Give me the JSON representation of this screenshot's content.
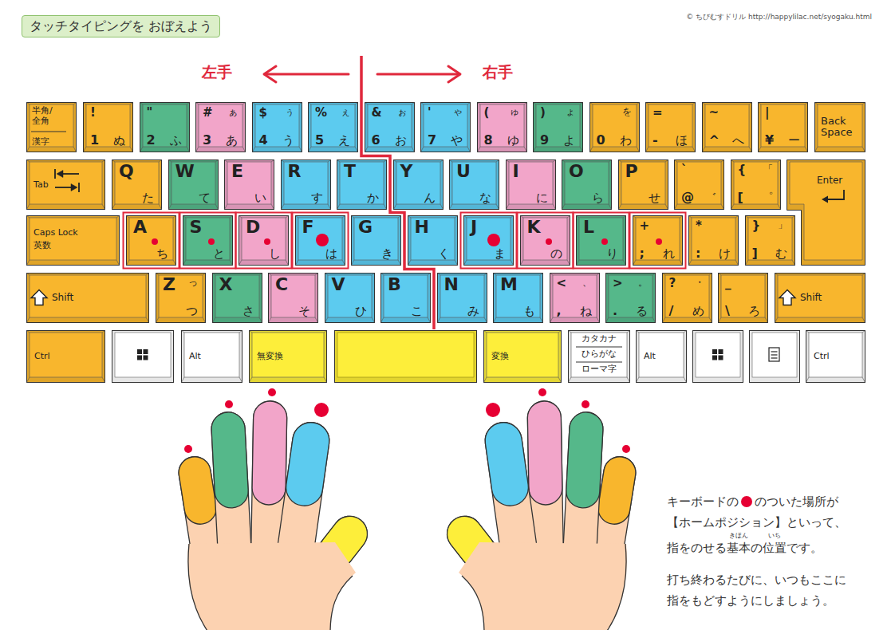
{
  "diagram": {
    "title": "タッチタイピングを おぼえよう",
    "nodes": [
      {
        "text": [
          "半角/ 全角",
          "漢字"
        ]
      },
      {
        "text": [
          "!",
          "1",
          "ぬ"
        ]
      },
      {
        "text": [
          "\"",
          "2",
          "ふ"
        ]
      },
      {
        "text": [
          "#",
          "ぁ",
          "3",
          "あ"
        ]
      },
      {
        "text": [
          "$",
          "ぅ",
          "4",
          "う"
        ]
      },
      {
        "text": [
          "%",
          "ぇ",
          "5",
          "え"
        ]
      },
      {
        "text": [
          "&",
          "ぉ",
          "6",
          "お"
        ]
      },
      {
        "text": [
          "'",
          "ゃ",
          "7",
          "や"
        ]
      },
      {
        "text": [
          "(",
          "ゅ",
          "8",
          "ゆ"
        ]
      },
      {
        "text": [
          ")",
          "ょ",
          "9",
          "よ"
        ]
      },
      {
        "text": [
          "を",
          "0",
          "わ"
        ]
      },
      {
        "text": [
          "=",
          "-",
          "ほ"
        ]
      },
      {
        "text": [
          "~",
          "^",
          "へ"
        ]
      },
      {
        "text": [
          "|",
          "¥",
          "ー"
        ]
      },
      {
        "text": [
          "Back Space"
        ]
      },
      {
        "text": [
          "Tab"
        ]
      },
      {
        "text": [
          "Q",
          "た"
        ]
      },
      {
        "text": [
          "W",
          "て"
        ]
      },
      {
        "text": [
          "E",
          "い"
        ]
      },
      {
        "text": [
          "R",
          "す"
        ]
      },
      {
        "text": [
          "T",
          "か"
        ]
      },
      {
        "text": [
          "Y",
          "ん"
        ]
      },
      {
        "text": [
          "U",
          "な"
        ]
      },
      {
        "text": [
          "I",
          "に"
        ]
      },
      {
        "text": [
          "O",
          "ら"
        ]
      },
      {
        "text": [
          "P",
          "せ"
        ]
      },
      {
        "text": [
          "`",
          "@",
          "゛"
        ]
      },
      {
        "text": [
          "{",
          "「",
          "[",
          "゜"
        ]
      },
      {
        "text": [
          "Enter"
        ]
      },
      {
        "text": [
          "Caps Lock",
          "英数"
        ]
      },
      {
        "text": [
          "A",
          "ち"
        ]
      },
      {
        "text": [
          "S",
          "と"
        ]
      },
      {
        "text": [
          "D",
          "し"
        ]
      },
      {
        "text": [
          "F",
          "は"
        ]
      },
      {
        "text": [
          "G",
          "き"
        ]
      },
      {
        "text": [
          "H",
          "く"
        ]
      },
      {
        "text": [
          "J",
          "ま"
        ]
      },
      {
        "text": [
          "K",
          "の"
        ]
      },
      {
        "text": [
          "L",
          "り"
        ]
      },
      {
        "text": [
          "+",
          ";",
          "れ"
        ]
      },
      {
        "text": [
          "*",
          ":",
          "け"
        ]
      },
      {
        "text": [
          "}",
          "」",
          "]",
          "む"
        ]
      },
      {
        "text": [
          "Shift"
        ]
      },
      {
        "text": [
          "Z",
          "っ",
          "つ"
        ]
      },
      {
        "text": [
          "X",
          "さ"
        ]
      },
      {
        "text": [
          "C",
          "そ"
        ]
      },
      {
        "text": [
          "V",
          "ひ"
        ]
      },
      {
        "text": [
          "B",
          "こ"
        ]
      },
      {
        "text": [
          "N",
          "み"
        ]
      },
      {
        "text": [
          "M",
          "も"
        ]
      },
      {
        "text": [
          "<",
          "、",
          ",",
          "ね"
        ]
      },
      {
        "text": [
          ">",
          "。",
          ".",
          "る"
        ]
      },
      {
        "text": [
          "?",
          "・",
          "/",
          "め"
        ]
      },
      {
        "text": [
          "_",
          "\\",
          "ろ"
        ]
      },
      {
        "text": [
          "Shift"
        ]
      },
      {
        "text": [
          "Ctrl"
        ]
      },
      {
        "text": [
          "Alt"
        ]
      },
      {
        "text": [
          "無変換"
        ]
      },
      {
        "text": [
          "変換"
        ]
      },
      {
        "text": [
          "カタカナ",
          "ひらがな",
          "ローマ字"
        ]
      },
      {
        "text": [
          "Alt"
        ]
      },
      {
        "text": [
          "Ctrl"
        ]
      }
    ],
    "labels": [
      "© ちびむすドリル http://happylilac.net/syogaku.html",
      "左手",
      "右手",
      "キーボードの",
      "のついた場所が",
      "【ホームポジション】といって、",
      "指をのせる基本の位置です。",
      "きほん",
      "いち",
      "打ち終わるたびに、いつもここに",
      "指をもどすようにしましょう。"
    ]
  }
}
